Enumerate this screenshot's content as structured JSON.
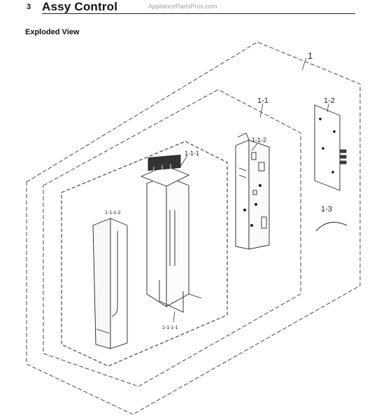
{
  "header": {
    "section_number": "3",
    "section_title": "Assy Control",
    "watermark": "AppliancePartsPros.com"
  },
  "subtitle": "Exploded View",
  "labels": {
    "assy": "1",
    "sub_1_1": "1-1",
    "sub_1_2": "1-2",
    "sub_1_3": "1-3",
    "sub_1_1_1": "1-1-1",
    "sub_1_1_2": "1-1-2",
    "sub_1_1_1_1": "1-1-1-1",
    "sub_1_1_1_2": "1-1-1-2"
  }
}
